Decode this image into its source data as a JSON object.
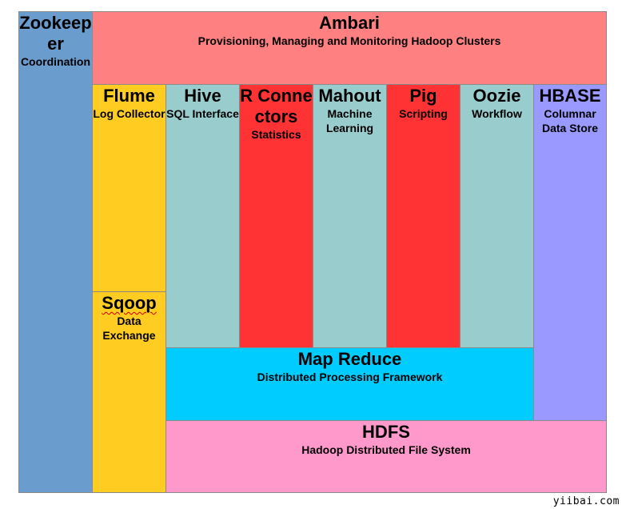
{
  "colors": {
    "zookeeper": "#6a9cce",
    "ambari": "#ff8080",
    "flume": "#ffcc22",
    "sqoop": "#ffcc22",
    "hive": "#99cccc",
    "r_connectors": "#ff3333",
    "mahout": "#99cccc",
    "pig": "#ff3333",
    "oozie": "#99cccc",
    "hbase": "#9999ff",
    "map_reduce": "#00ccff",
    "hdfs": "#ff99cc"
  },
  "zookeeper": {
    "title": "Zookeeper",
    "subtitle": "Coordination"
  },
  "ambari": {
    "title": "Ambari",
    "subtitle": "Provisioning, Managing and Monitoring Hadoop Clusters"
  },
  "flume": {
    "title": "Flume",
    "subtitle": "Log Collector"
  },
  "sqoop": {
    "title": "Sqoop",
    "subtitle": "Data Exchange"
  },
  "hive": {
    "title": "Hive",
    "subtitle": "SQL Interface"
  },
  "r_connectors": {
    "title": "R Connectors",
    "subtitle": "Statistics"
  },
  "mahout": {
    "title": "Mahout",
    "subtitle": "Machine Learning"
  },
  "pig": {
    "title": "Pig",
    "subtitle": "Scripting"
  },
  "oozie": {
    "title": "Oozie",
    "subtitle": "Workflow"
  },
  "hbase": {
    "title": "HBASE",
    "subtitle": "Columnar Data Store"
  },
  "map_reduce": {
    "title": "Map Reduce",
    "subtitle": "Distributed Processing Framework"
  },
  "hdfs": {
    "title": "HDFS",
    "subtitle": "Hadoop Distributed File System"
  },
  "watermark": "yiibai.com"
}
